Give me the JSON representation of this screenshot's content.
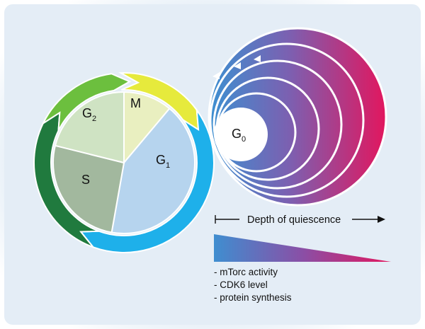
{
  "phases": {
    "g1": {
      "letter": "G",
      "sub": "1"
    },
    "g2": {
      "letter": "G",
      "sub": "2"
    },
    "s": {
      "label": "S"
    },
    "m": {
      "label": "M"
    },
    "g0": {
      "letter": "G",
      "sub": "0"
    }
  },
  "depth_label": "Depth of quiescence",
  "legend": [
    "- mTorc activity",
    "- CDK6 level",
    "- protein synthesis"
  ],
  "colors": {
    "background": "#e6eef6",
    "g1_fill": "#b6d4ee",
    "g2_fill": "#cfe3c3",
    "s_fill": "#a2b89e",
    "m_fill": "#e9efc0",
    "g1_arrow": "#1eb0ea",
    "g2_arrow": "#6cbf3e",
    "s_arrow": "#207a3e",
    "m_arrow": "#e6ea3c",
    "quiescence_blue": "#3f8ed0",
    "quiescence_magenta": "#e2165e"
  }
}
